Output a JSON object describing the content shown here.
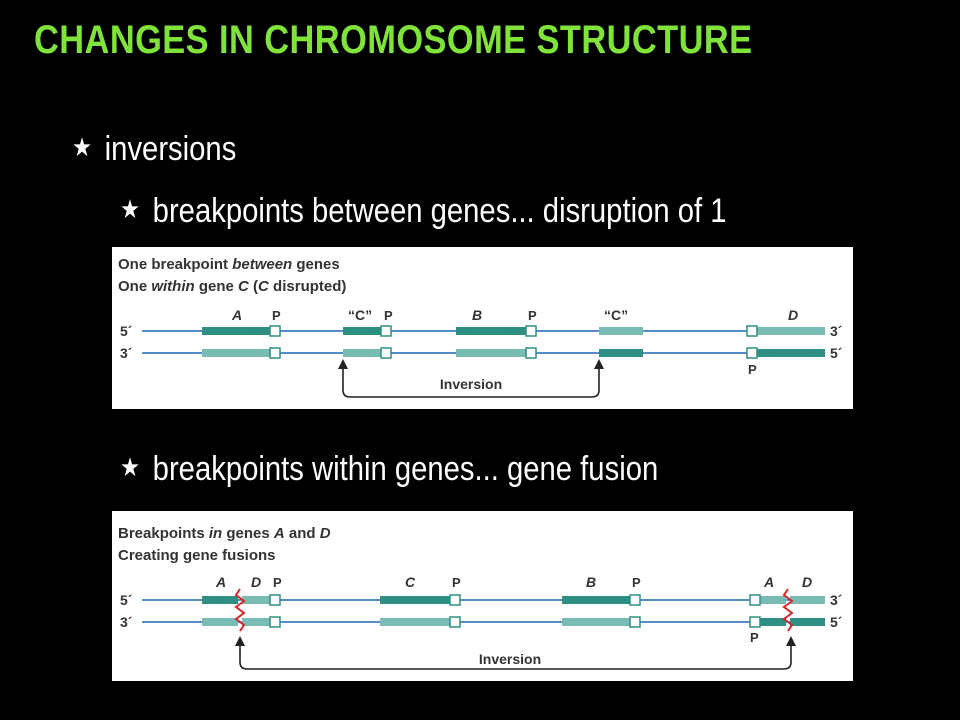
{
  "title": "CHANGES IN CHROMOSOME STRUCTURE",
  "bullets": {
    "level1": "inversions",
    "level2a": "breakpoints between genes... disruption of 1",
    "level2b": "breakpoints within genes... gene fusion"
  },
  "diagram1": {
    "heading_line1": [
      {
        "text": "One breakpoint ",
        "italic": false
      },
      {
        "text": "between",
        "italic": true
      },
      {
        "text": " genes",
        "italic": false
      }
    ],
    "heading_line2": [
      {
        "text": "One ",
        "italic": false
      },
      {
        "text": "within",
        "italic": true
      },
      {
        "text": " gene ",
        "italic": false
      },
      {
        "text": "C",
        "italic": true
      },
      {
        "text": " (",
        "italic": false
      },
      {
        "text": "C",
        "italic": true
      },
      {
        "text": " disrupted)",
        "italic": false
      }
    ],
    "strand_top_left": "5´",
    "strand_top_right": "3´",
    "strand_bottom_left": "3´",
    "strand_bottom_right": "5´",
    "gene_labels": [
      "A",
      "“C”",
      "B",
      "“C”",
      "D"
    ],
    "promoter_label": "P",
    "inversion_label": "Inversion"
  },
  "diagram2": {
    "heading_line1": [
      {
        "text": "Breakpoints ",
        "italic": false
      },
      {
        "text": "in",
        "italic": true
      },
      {
        "text": " genes ",
        "italic": false
      },
      {
        "text": "A",
        "italic": true
      },
      {
        "text": " and ",
        "italic": false
      },
      {
        "text": "D",
        "italic": true
      }
    ],
    "heading_line2": [
      {
        "text": "Creating gene fusions",
        "italic": false
      }
    ],
    "strand_top_left": "5´",
    "strand_top_right": "3´",
    "strand_bottom_left": "3´",
    "strand_bottom_right": "5´",
    "gene_labels": [
      "A",
      "D",
      "C",
      "B",
      "A",
      "D"
    ],
    "promoter_label": "P",
    "inversion_label": "Inversion"
  },
  "colors": {
    "title": "#7fe33a",
    "gene_dark": "#2e8f82",
    "gene_light": "#79bcb3",
    "strand": "#1f66b5",
    "breakpoint": "#d8262b",
    "arrow": "#222222"
  }
}
